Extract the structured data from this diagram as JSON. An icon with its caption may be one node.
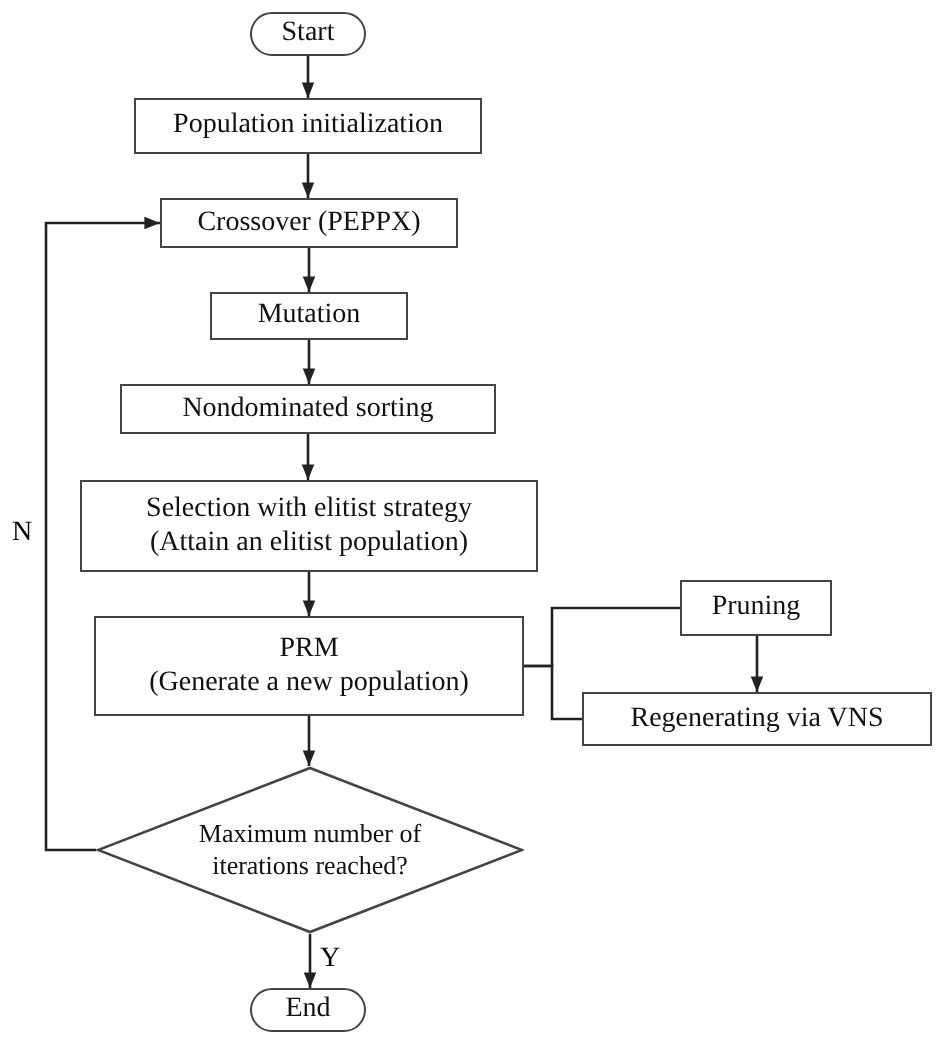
{
  "diagram": {
    "nodes": [
      {
        "text": [
          "Start"
        ]
      },
      {
        "text": [
          "Population initialization"
        ]
      },
      {
        "text": [
          "Crossover (PEPPX)"
        ]
      },
      {
        "text": [
          "Mutation"
        ]
      },
      {
        "text": [
          "Nondominated sorting"
        ]
      },
      {
        "text": [
          "Selection with elitist strategy",
          "(Attain an elitist population)"
        ]
      },
      {
        "text": [
          "PRM",
          "(Generate a new population)"
        ]
      },
      {
        "text": [
          "Pruning"
        ]
      },
      {
        "text": [
          "Regenerating via VNS"
        ]
      },
      {
        "text": [
          "Maximum number of iterations reached?"
        ]
      },
      {
        "text": [
          "End"
        ]
      }
    ],
    "edges": [
      {
        "from": 0,
        "to": 1,
        "arrow": "to"
      },
      {
        "from": 1,
        "to": 2,
        "arrow": "to"
      },
      {
        "from": 2,
        "to": 3,
        "arrow": "to"
      },
      {
        "from": 3,
        "to": 4,
        "arrow": "to"
      },
      {
        "from": 4,
        "to": 5,
        "arrow": "to"
      },
      {
        "from": 5,
        "to": 6,
        "arrow": "to"
      },
      {
        "from": 6,
        "to": 7,
        "arrow": "none"
      },
      {
        "from": 6,
        "to": 8,
        "arrow": "none"
      },
      {
        "from": 7,
        "to": 8,
        "arrow": "to"
      },
      {
        "from": 6,
        "to": 9,
        "arrow": "to"
      },
      {
        "from": 9,
        "to": 2,
        "arrow": "to",
        "label": "N"
      },
      {
        "from": 9,
        "to": 10,
        "arrow": "to",
        "label": "Y"
      }
    ]
  }
}
